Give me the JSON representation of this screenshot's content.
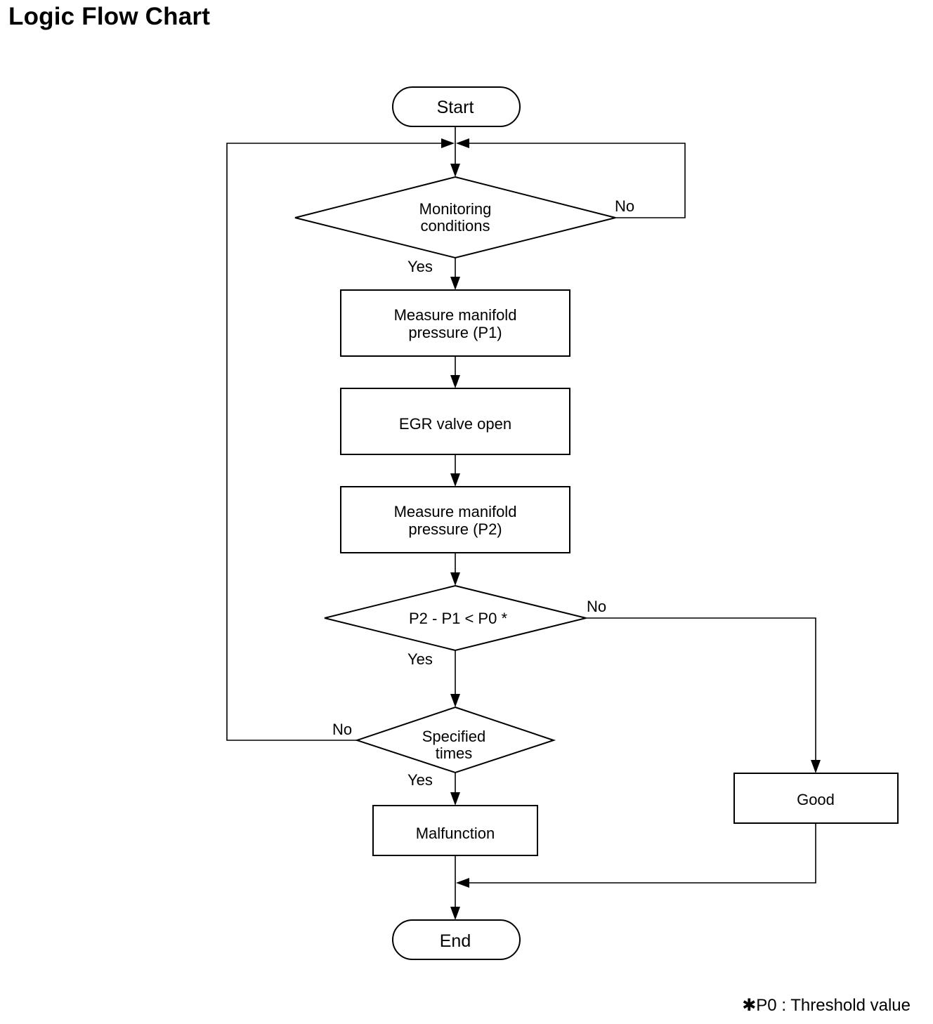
{
  "title": "Logic Flow Chart",
  "nodes": {
    "start": "Start",
    "monitoring_line1": "Monitoring",
    "monitoring_line2": "conditions",
    "measure_p1_line1": "Measure manifold",
    "measure_p1_line2": "pressure (P1)",
    "egr_open": "EGR valve open",
    "measure_p2_line1": "Measure manifold",
    "measure_p2_line2": "pressure (P2)",
    "compare": "P2 - P1 < P0 *",
    "specified_line1": "Specified",
    "specified_line2": "times",
    "malfunction": "Malfunction",
    "good": "Good",
    "end": "End"
  },
  "labels": {
    "monitoring_no": "No",
    "monitoring_yes": "Yes",
    "compare_no": "No",
    "compare_yes": "Yes",
    "specified_no": "No",
    "specified_yes": "Yes"
  },
  "footnote": "✱P0 : Threshold value"
}
